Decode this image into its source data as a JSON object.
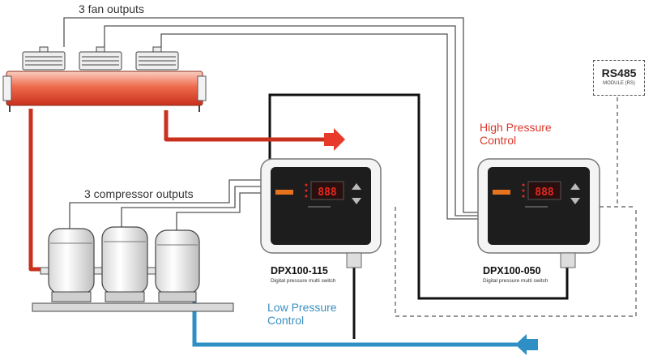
{
  "labels": {
    "fan_outputs": "3 fan outputs",
    "compressor_outputs": "3 compressor outputs",
    "high_pressure_1": "High Pressure",
    "high_pressure_2": "Control",
    "low_pressure_1": "Low Pressure",
    "low_pressure_2": "Control"
  },
  "devices": [
    {
      "model": "DPX100-115",
      "subtitle": "Digital pressure multi switch",
      "display": "888"
    },
    {
      "model": "DPX100-050",
      "subtitle": "Digital pressure multi switch",
      "display": "888"
    }
  ],
  "rs485": {
    "title": "RS485",
    "subtitle": "MODULE (RS)"
  },
  "colors": {
    "high_pressure": "#d9392b",
    "low_pressure": "#2f8fc4",
    "signal_wire": "#111111",
    "output_wire": "#555555",
    "panel": "#1d1d1d",
    "display": "#e8281e"
  }
}
